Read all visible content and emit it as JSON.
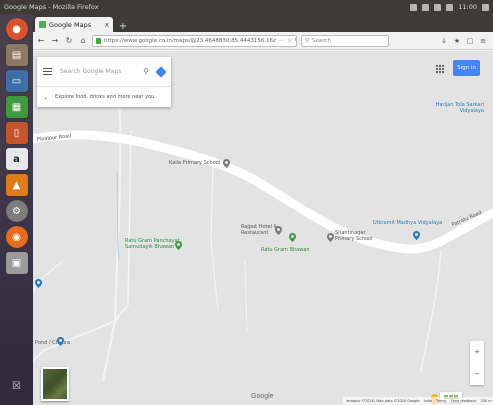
{
  "panel": {
    "title": "Google Maps - Mozilla Firefox",
    "clock": "11:00"
  },
  "tab": {
    "title": "Google Maps",
    "close": "x",
    "new": "+"
  },
  "nav": {
    "url": "https://www.google.co.in/maps/@23.4648830,85.4443156,16z",
    "url_controls": "⋯ ☆ ↻",
    "search_placeholder": "Search"
  },
  "map_ui": {
    "search_placeholder": "Search Google Maps",
    "explore_text": "Explore food, drinks and more near you",
    "sign_in": "Sign in",
    "zoom_in": "+",
    "zoom_out": "−",
    "google_logo": "Google",
    "footer": [
      "Imagery ©2016, Map data ©2016 Google",
      "India",
      "Terms",
      "Send feedback",
      "200 m"
    ]
  },
  "places": [
    {
      "name": "Kaila Primary School",
      "color": "#555555"
    },
    {
      "name": "Harijan Tola Sarkari Vidyalaya",
      "color": "#2a7ab8"
    },
    {
      "name": "Pipalpur Road",
      "color": "#555555"
    },
    {
      "name": "Ratu Gram Panchayat Samudayik Bhawan",
      "color": "#2f8a3f"
    },
    {
      "name": "Rajput Hotel & Restaurant",
      "color": "#555555"
    },
    {
      "name": "Ratu Gram Bhawan",
      "color": "#2f8a3f"
    },
    {
      "name": "Shantinagar Primary School",
      "color": "#555555"
    },
    {
      "name": "Utkramit Madhya Vidyalaya",
      "color": "#2a7ab8"
    },
    {
      "name": "Patratu Road",
      "color": "#555555"
    },
    {
      "name": "Pond / Chaura",
      "color": "#555555"
    }
  ],
  "colors": {
    "accent": "#4285f4",
    "road": "#ffffff",
    "map_bg": "#e3e3e3"
  }
}
